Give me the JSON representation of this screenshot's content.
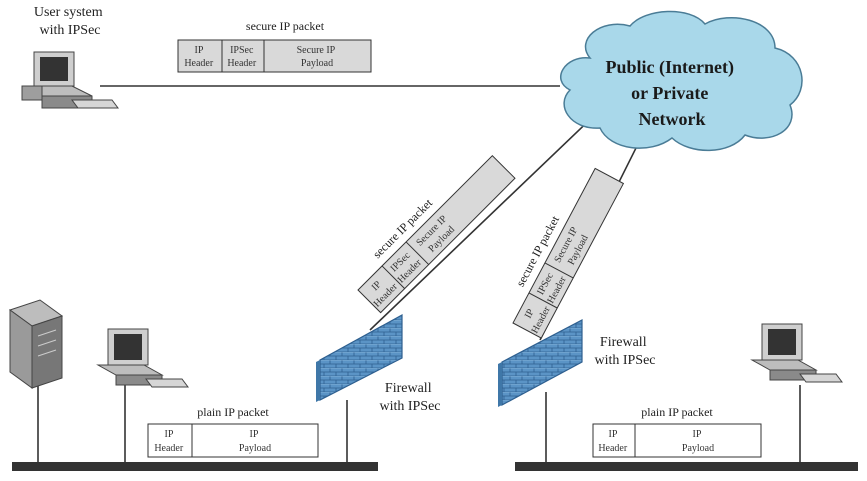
{
  "diagram": {
    "user_system_label": [
      "User system",
      "with IPSec"
    ],
    "cloud_label": [
      "Public (Internet)",
      "or Private",
      "Network"
    ],
    "firewall_left_label": [
      "Firewall",
      "with IPSec"
    ],
    "firewall_right_label": [
      "Firewall",
      "with IPSec"
    ],
    "secure_packet_top": {
      "title": "secure IP packet",
      "cells": [
        [
          "IP",
          "Header"
        ],
        [
          "IPSec",
          "Header"
        ],
        [
          "Secure IP",
          "Payload"
        ]
      ]
    },
    "secure_packet_left": {
      "title": "secure IP packet",
      "cells": [
        [
          "IP",
          "Header"
        ],
        [
          "IPSec",
          "Header"
        ],
        [
          "Secure IP",
          "Payload"
        ]
      ]
    },
    "secure_packet_right": {
      "title": "secure IP packet",
      "cells": [
        [
          "IP",
          "Header"
        ],
        [
          "IPSec",
          "Header"
        ],
        [
          "Secure IP",
          "Payload"
        ]
      ]
    },
    "plain_packet_left": {
      "title": "plain IP packet",
      "cells": [
        [
          "IP",
          "Header"
        ],
        [
          "IP",
          "Payload"
        ]
      ]
    },
    "plain_packet_right": {
      "title": "plain IP packet",
      "cells": [
        [
          "IP",
          "Header"
        ],
        [
          "IP",
          "Payload"
        ]
      ]
    },
    "colors": {
      "cloud_fill": "#a9d8ea",
      "firewall_fill": "#5b94c6",
      "packet_secure_fill": "#d9d9d9",
      "packet_plain_fill": "#ffffff"
    }
  }
}
